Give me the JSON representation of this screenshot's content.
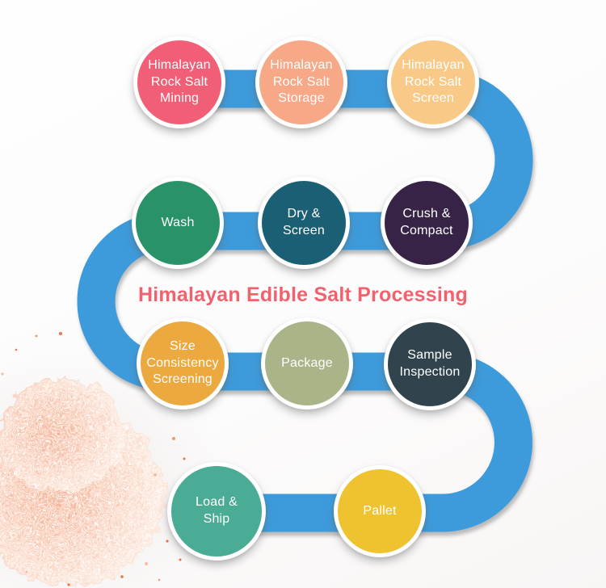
{
  "title": {
    "text": "Himalayan Edible Salt Processing"
  },
  "theme": {
    "title_color": "#F0636E",
    "flow_path_color": "#3E9BDB",
    "background_color": "#FDFCFC",
    "step_text_color": "#FFFFFF"
  },
  "process_rows": [
    {
      "steps": [
        {
          "label": "Himalayan Rock Salt Mining",
          "color": "#F15F77"
        },
        {
          "label": "Himalayan Rock Salt Storage",
          "color": "#F6A887"
        },
        {
          "label": "Himalayan Rock Salt Screen",
          "color": "#F9CA87"
        }
      ]
    },
    {
      "steps": [
        {
          "label": "Wash",
          "color": "#2A9269"
        },
        {
          "label": "Dry & Screen",
          "color": "#1A5F73"
        },
        {
          "label": "Crush & Compact",
          "color": "#362345"
        }
      ]
    },
    {
      "steps": [
        {
          "label": "Size Consistency Screening",
          "color": "#EBA93F"
        },
        {
          "label": "Package",
          "color": "#A9B489"
        },
        {
          "label": "Sample Inspection",
          "color": "#31444D"
        }
      ]
    },
    {
      "steps": [
        {
          "label": "Load & Ship",
          "color": "#4AAC94"
        },
        {
          "label": "Pallet",
          "color": "#EFC32F"
        }
      ]
    }
  ],
  "decor": {
    "salt_image": "himalayan-pink-salt-pile"
  }
}
